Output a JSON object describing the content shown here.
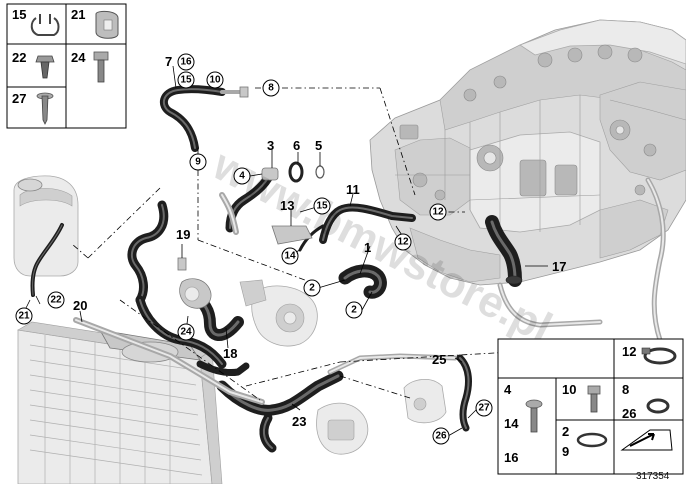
{
  "part_numbers": [
    "1",
    "2",
    "3",
    "4",
    "5",
    "6",
    "7",
    "8",
    "9",
    "10",
    "11",
    "12",
    "13",
    "14",
    "15",
    "16",
    "17",
    "18",
    "19",
    "20",
    "21",
    "22",
    "23",
    "24",
    "25",
    "26",
    "27"
  ],
  "legend_left": [
    "15",
    "21",
    "22",
    "24",
    "27"
  ],
  "legend_right": [
    "12",
    "4",
    "14",
    "16",
    "10",
    "8",
    "26",
    "2",
    "9"
  ],
  "watermark": "www.bmwstore.pl",
  "reference": "317354"
}
